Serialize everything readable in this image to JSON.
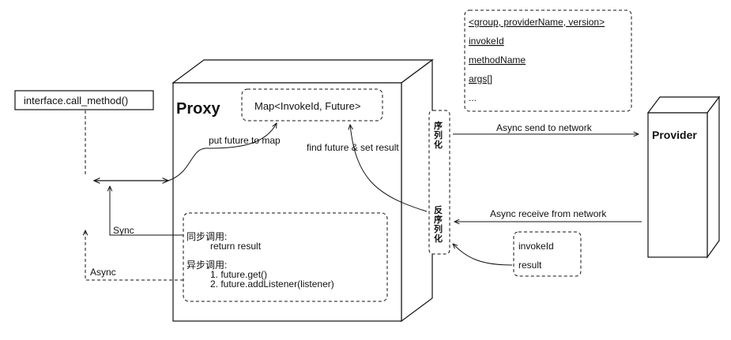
{
  "caller": {
    "label": "interface.call_method()"
  },
  "proxy": {
    "title": "Proxy",
    "map_label": "Map<InvokeId, Future>",
    "sync_title": "同步调用:",
    "sync_line": "return result",
    "async_title": "异步调用:",
    "async_steps": [
      "1.  future.get()",
      "2.  future.addListener(listener)"
    ]
  },
  "request": {
    "fields": [
      "<group, providerName, version>",
      "invokeId",
      "methodName",
      "args[]",
      "..."
    ]
  },
  "response": {
    "fields": [
      "invokeId",
      "result"
    ]
  },
  "serialize": {
    "chars": [
      "序",
      "列",
      "化"
    ]
  },
  "deserialize": {
    "chars": [
      "反",
      "序",
      "列",
      "化"
    ]
  },
  "provider": {
    "title": "Provider"
  },
  "arrows": {
    "put_future": "put future to map",
    "find_future": "find future & set result",
    "send": "Async send to network",
    "receive": "Async receive from network",
    "sync": "Sync",
    "async": "Async"
  }
}
